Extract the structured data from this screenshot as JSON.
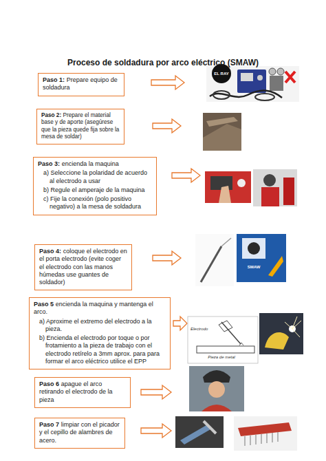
{
  "diagram": {
    "title": "Proceso de soldadura por arco eléctrico (SMAW)",
    "nodes": [
      {
        "text": [
          "Paso 1:",
          "Prepare equipo de soldadura"
        ]
      },
      {
        "text": [
          "Paso 2:",
          "Prepare el material base y de aporte (asegúrese que la pieza quede fija sobre la mesa de soldar)"
        ]
      },
      {
        "text": [
          "Paso 3:",
          "encienda la maquina",
          "a) Seleccione la polaridad de acuerdo al electrodo a usar",
          "b) Regule el amperaje de la maquina",
          "c) Fije la conexión (polo positivo negativo) a la mesa de soldadura"
        ]
      },
      {
        "text": [
          "Paso 4:",
          "coloque el electrodo en el porta electrodo (evite coger el electrodo con las manos húmedas use guantes de soldador)"
        ]
      },
      {
        "text": [
          "Paso 5",
          "encienda la maquina y mantenga el arco.",
          "a) Aproxime el extremo del electrodo a la pieza.",
          "b) Encienda el electrodo por toque o por frotamiento a la pieza de trabajo con el electrodo retírelo a 3mm aprox. para para formar el arco eléctrico utilice el EPP"
        ]
      },
      {
        "text": [
          "Paso 6",
          "apague el arco retirando el electrodo de la pieza"
        ]
      },
      {
        "text": [
          "Paso 7",
          "limpiar con el picador y el cepillo de alambres de acero."
        ]
      }
    ],
    "labels": [
      "EL RAY",
      "SMAW",
      "Electrodo",
      "Pieza de metal"
    ]
  }
}
